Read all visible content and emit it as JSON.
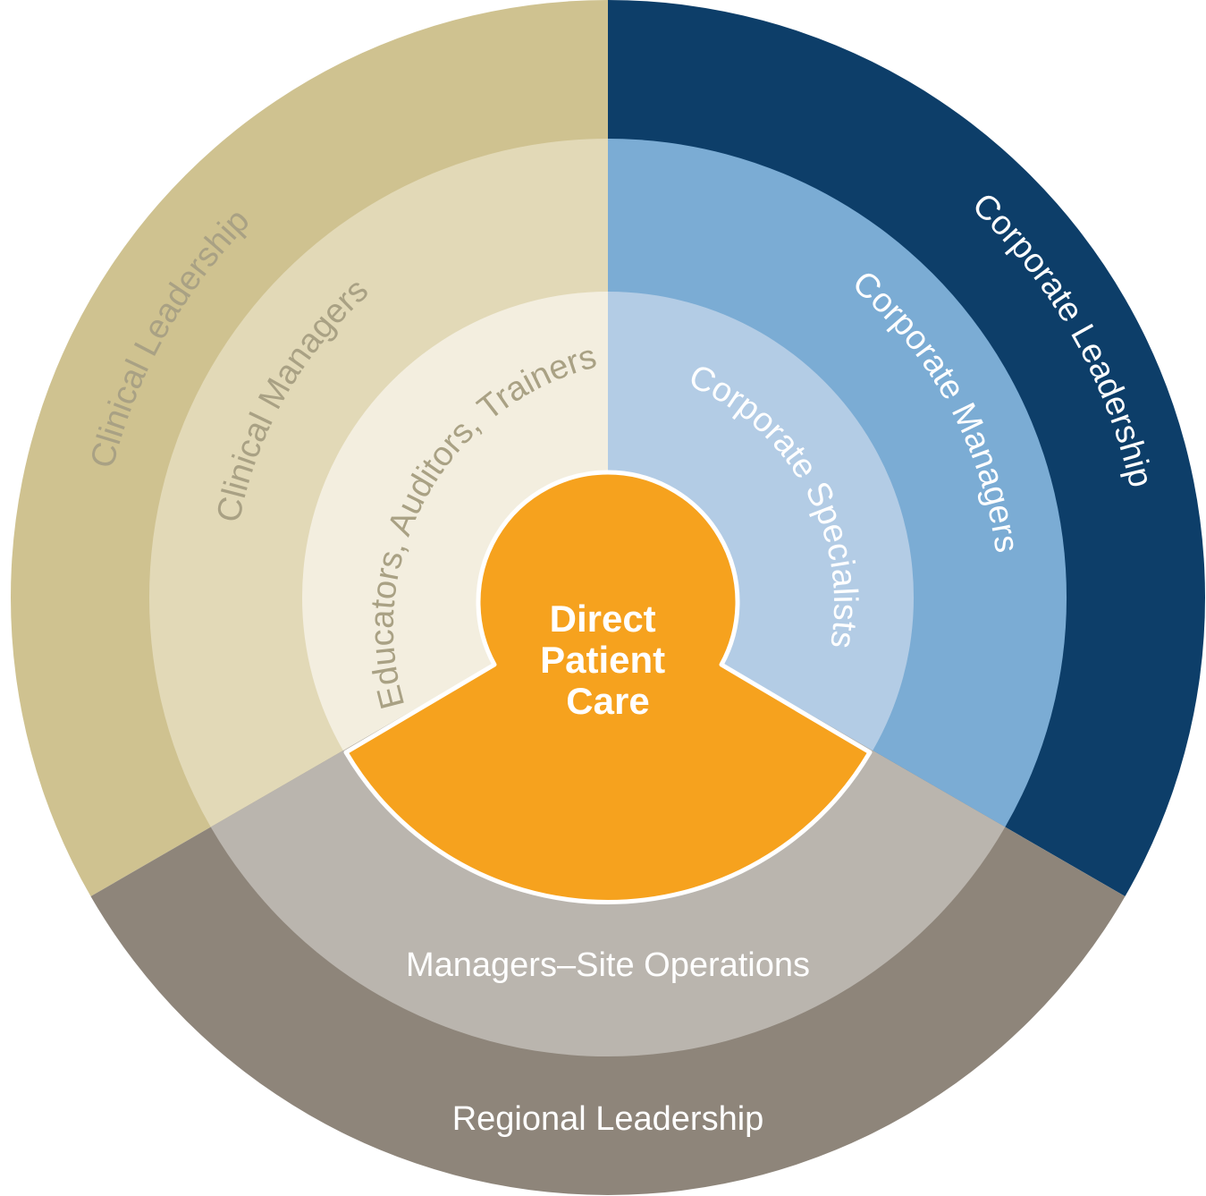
{
  "center": {
    "label_lines": [
      "Direct",
      "Patient",
      "Care"
    ],
    "color": "#f6a21e"
  },
  "rings": {
    "outer": [
      {
        "id": "clinical-leadership",
        "label": "Clinical Leadership",
        "color": "#cfc290",
        "text_color": "#a9a184"
      },
      {
        "id": "corporate-leadership",
        "label": "Corporate Leadership",
        "color": "#0d3e69",
        "text_color": "#ffffff"
      },
      {
        "id": "regional-leadership",
        "label": "Regional Leadership",
        "color": "#8e857a",
        "text_color": "#ffffff"
      }
    ],
    "middle": [
      {
        "id": "clinical-managers",
        "label": "Clinical Managers",
        "color": "#e2d9b7",
        "text_color": "#a9a184"
      },
      {
        "id": "corporate-managers",
        "label": "Corporate Managers",
        "color": "#7bacd4",
        "text_color": "#ffffff"
      },
      {
        "id": "managers-site-operations",
        "label": "Managers–Site Operations",
        "color": "#bab5ae",
        "text_color": "#ffffff"
      }
    ],
    "inner": [
      {
        "id": "educators-auditors-trainers",
        "label": "Educators, Auditors, Trainers",
        "color": "#f3eedf",
        "text_color": "#a9a184"
      },
      {
        "id": "corporate-specialists",
        "label": "Corporate Specialists",
        "color": "#b3cce5",
        "text_color": "#ffffff"
      }
    ]
  }
}
